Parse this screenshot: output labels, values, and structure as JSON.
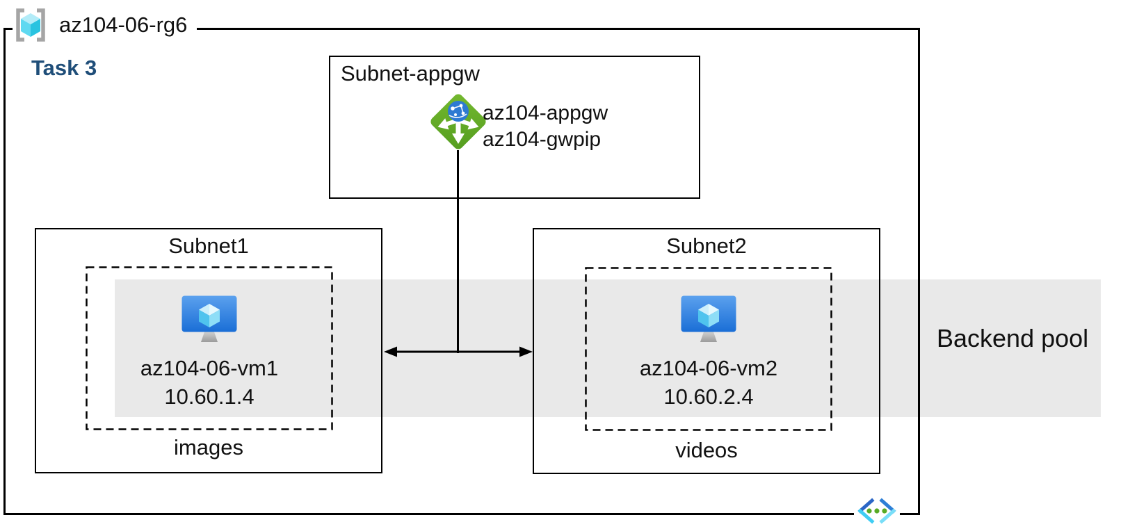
{
  "resource_group": {
    "title": "az104-06-rg6"
  },
  "task_label": "Task 3",
  "appgw_subnet": {
    "title": "Subnet-appgw",
    "gateway_name": "az104-appgw",
    "public_ip_name": "az104-gwpip"
  },
  "subnet1": {
    "title": "Subnet1",
    "vm_name": "az104-06-vm1",
    "vm_ip": "10.60.1.4",
    "caption": "images"
  },
  "subnet2": {
    "title": "Subnet2",
    "vm_name": "az104-06-vm2",
    "vm_ip": "10.60.2.4",
    "caption": "videos"
  },
  "backend_pool_label": "Backend pool",
  "colors": {
    "task_label_blue": "#1f4e79",
    "backend_pool_band_gray": "#e9e9e9",
    "border_black": "#000000",
    "app_gateway_green": "#63a822",
    "vm_screen_blue_top": "#5ba1ee",
    "vm_screen_blue_bottom": "#1a6ed6",
    "vnet_chevron_blue": "#2b66c6",
    "vnet_chevron_cyan": "#3ecdf4",
    "vnet_dot_green": "#58aa24",
    "rg_bracket_gray": "#a5a5a5"
  }
}
